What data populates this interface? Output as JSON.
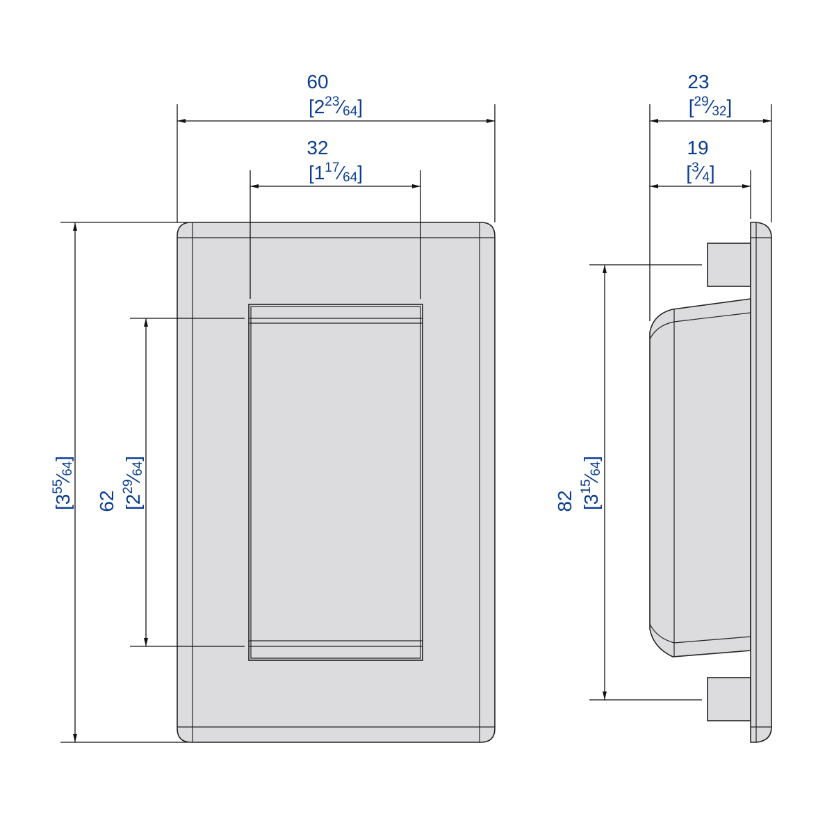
{
  "title": "Recessed pull handle dimension drawing",
  "colors": {
    "dimension_text": "#0a3d91",
    "part_fill": "#dcdcde",
    "line": "#111111"
  },
  "dimensions": {
    "front_width": {
      "mm": "60",
      "whole": "2",
      "num": "23",
      "den": "64"
    },
    "recess_width": {
      "mm": "32",
      "whole": "1",
      "num": "17",
      "den": "64"
    },
    "front_height": {
      "whole": "3",
      "num": "55",
      "den": "64"
    },
    "recess_height": {
      "mm": "62",
      "whole": "2",
      "num": "29",
      "den": "64"
    },
    "side_depth_total": {
      "mm": "23",
      "whole": "",
      "num": "29",
      "den": "32"
    },
    "side_depth_body": {
      "mm": "19",
      "whole": "",
      "num": "3",
      "den": "4"
    },
    "boss_spacing": {
      "mm": "82",
      "whole": "3",
      "num": "15",
      "den": "64"
    }
  },
  "fraction_slash": "⁄",
  "bracket_open": "[",
  "bracket_close": "]"
}
